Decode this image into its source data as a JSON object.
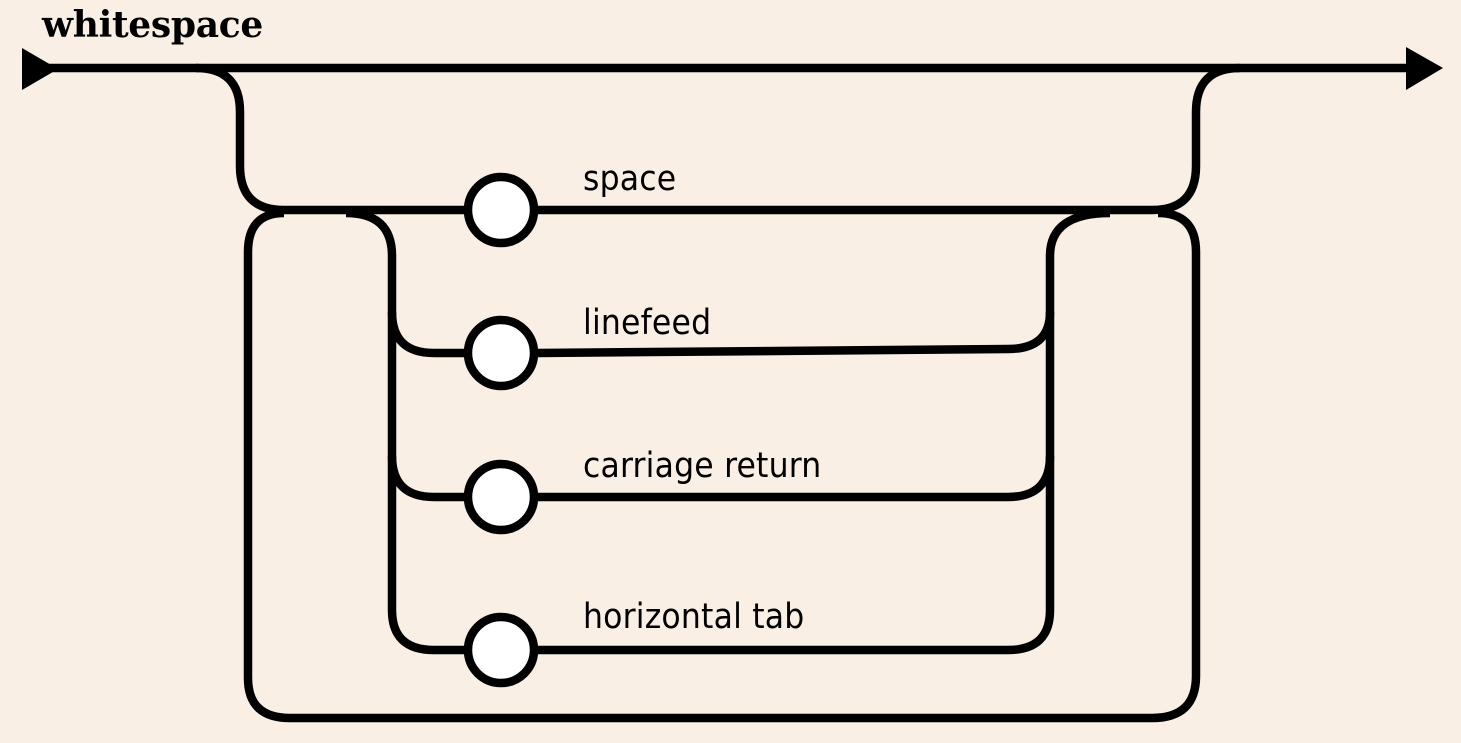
{
  "diagram": {
    "title": "whitespace",
    "type": "railroad-syntax-diagram",
    "background_color": "#f9efe4",
    "line_color": "#000000",
    "terminal_fill_color": "#ffffff",
    "entry_arrow": "arrow-right",
    "exit_arrow": "arrow-right",
    "alternatives": [
      {
        "label": "space"
      },
      {
        "label": "linefeed"
      },
      {
        "label": "carriage return"
      },
      {
        "label": "horizontal tab"
      }
    ]
  }
}
